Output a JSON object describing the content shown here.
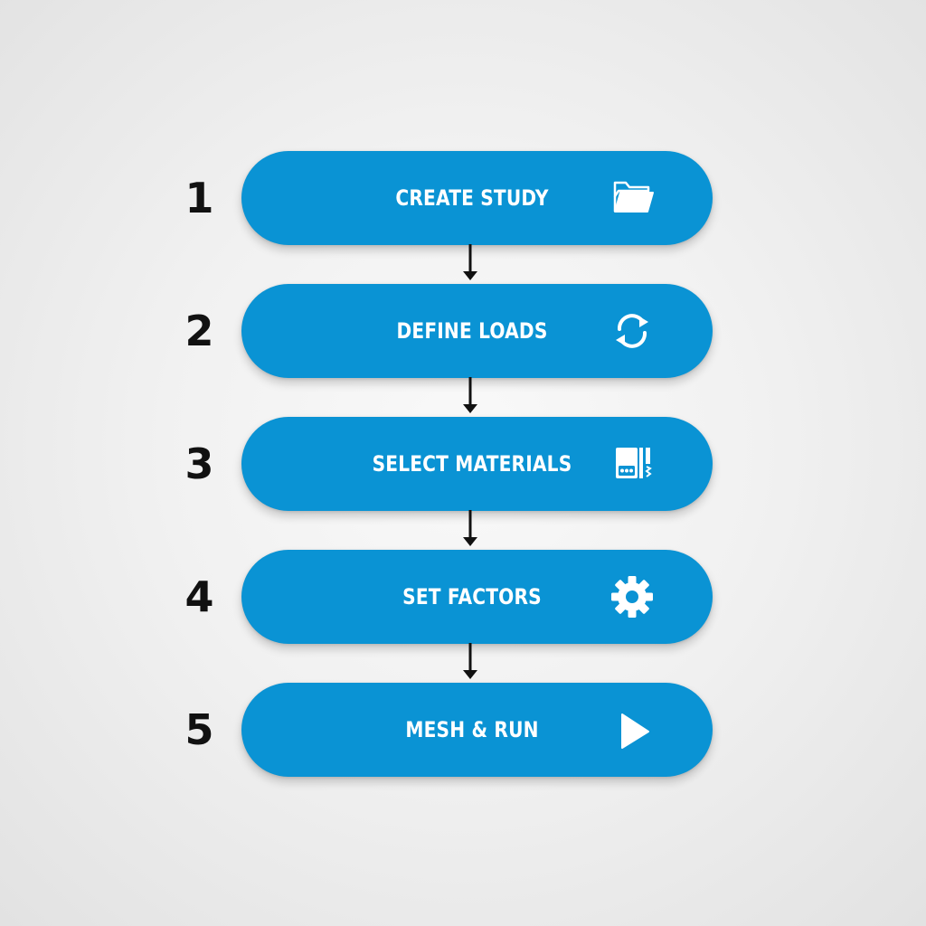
{
  "steps": [
    {
      "number": "1",
      "label": "CREATE STUDY",
      "icon": "folder-icon"
    },
    {
      "number": "2",
      "label": "DEFINE LOADS",
      "icon": "refresh-icon"
    },
    {
      "number": "3",
      "label": "SELECT MATERIALS",
      "icon": "materials-icon"
    },
    {
      "number": "4",
      "label": "SET FACTORS",
      "icon": "gear-icon"
    },
    {
      "number": "5",
      "label": "MESH & RUN",
      "icon": "play-icon"
    }
  ],
  "colors": {
    "pill": "#0a93d4",
    "label": "#ffffff",
    "number": "#111111",
    "arrow": "#111111"
  }
}
